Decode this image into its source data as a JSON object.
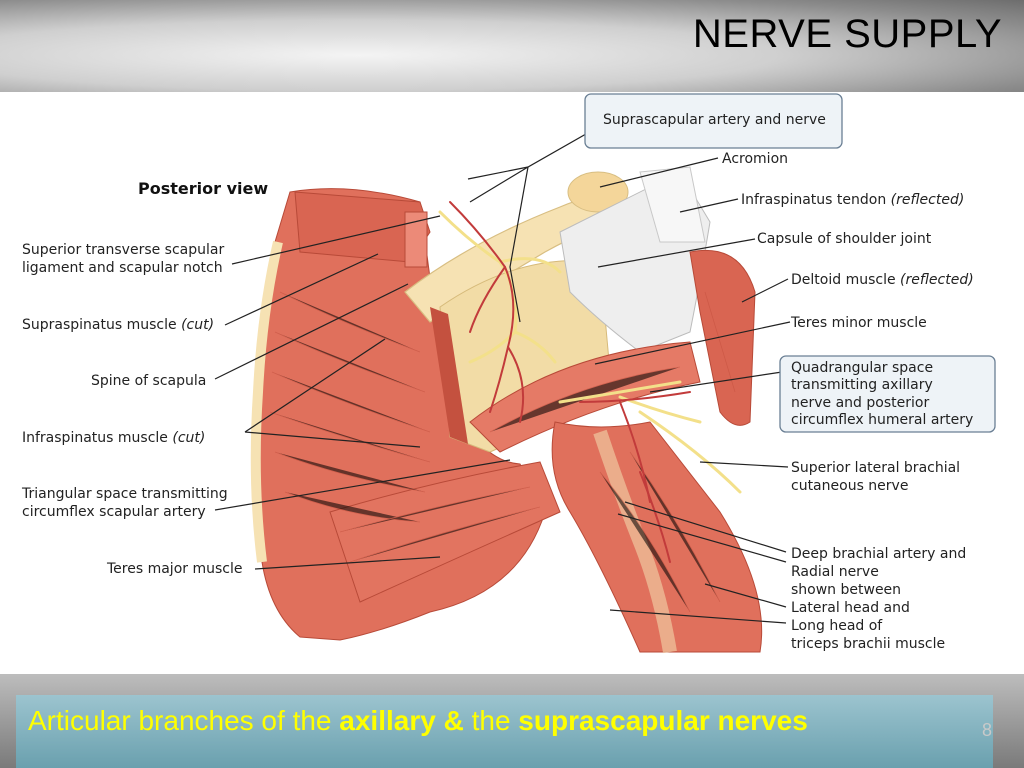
{
  "title": "NERVE SUPPLY",
  "figure": {
    "view_label": "Posterior view",
    "labels": {
      "suprascapular": "Suprascapular artery and nerve",
      "acromion": "Acromion",
      "infraspinatus_tendon": "Infraspinatus tendon",
      "infraspinatus_tendon_note": "(reflected)",
      "capsule": "Capsule of shoulder joint",
      "deltoid": "Deltoid muscle",
      "deltoid_note": "(reflected)",
      "teres_minor": "Teres minor muscle",
      "quadrangular": [
        "Quadrangular space",
        "transmitting axillary",
        "nerve and posterior",
        "circumflex humeral artery"
      ],
      "sup_lat_brachial": [
        "Superior lateral brachial",
        "cutaneous nerve"
      ],
      "deep_brachial": [
        "Deep brachial artery and",
        "Radial nerve",
        "shown between",
        "Lateral head and",
        "Long head of",
        "triceps brachii muscle"
      ],
      "sup_transverse": [
        "Superior transverse scapular",
        "ligament and scapular notch"
      ],
      "supraspinatus": "Supraspinatus muscle",
      "cut_note": "(cut)",
      "spine": "Spine of scapula",
      "infraspinatus": "Infraspinatus muscle",
      "triangular": [
        "Triangular space transmitting",
        "circumflex scapular artery"
      ],
      "teres_major": "Teres major muscle"
    },
    "colors": {
      "muscle": "#e0705c",
      "muscle_dark": "#c4513f",
      "bone": "#f6e2b3",
      "tendon": "#eeeeee",
      "nerve": "#f3e08a",
      "artery": "#c23b3b"
    }
  },
  "caption": {
    "part1": "Articular branches of the ",
    "bold1": "axillary &",
    "part2": " the ",
    "bold2": "suprascapular nerves"
  },
  "page_number": "8"
}
